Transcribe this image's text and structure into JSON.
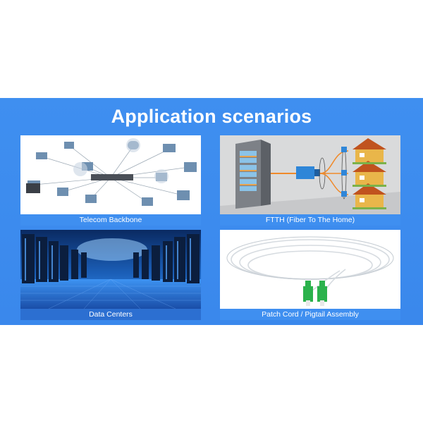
{
  "header": {
    "title": "Application scenarios"
  },
  "cards": [
    {
      "label": "Telecom Backbone",
      "icon": "network-diagram-image"
    },
    {
      "label": "FTTH (Fiber To The Home)",
      "icon": "fiber-to-home-image"
    },
    {
      "label": "Data Centers",
      "icon": "server-room-image"
    },
    {
      "label": "Patch Cord / Pigtail Assembly",
      "icon": "fiber-patch-cord-image"
    }
  ],
  "colors": {
    "banner": "#3f8ff0",
    "caption_bar": "#3f8ff0",
    "title_text": "#ffffff"
  }
}
